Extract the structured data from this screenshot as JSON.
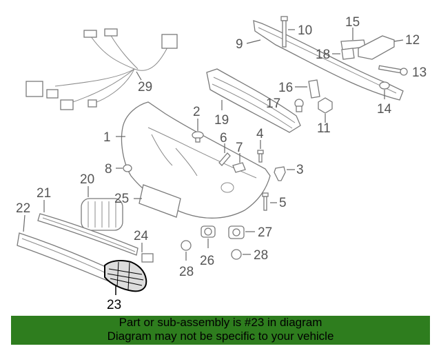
{
  "diagram": {
    "highlighted_part": "23",
    "callouts": [
      "1",
      "2",
      "3",
      "4",
      "5",
      "6",
      "7",
      "8",
      "9",
      "10",
      "11",
      "12",
      "13",
      "14",
      "15",
      "16",
      "17",
      "18",
      "19",
      "20",
      "21",
      "22",
      "23",
      "24",
      "25",
      "26",
      "27",
      "28",
      "28",
      "29"
    ]
  },
  "banner": {
    "line1": "Part or sub-assembly is #23 in diagram",
    "line2": "Diagram may not be specific to your vehicle"
  },
  "colors": {
    "banner_bg": "#2e7d1e",
    "line_art": "#7a7a7a",
    "highlight": "#000000"
  }
}
